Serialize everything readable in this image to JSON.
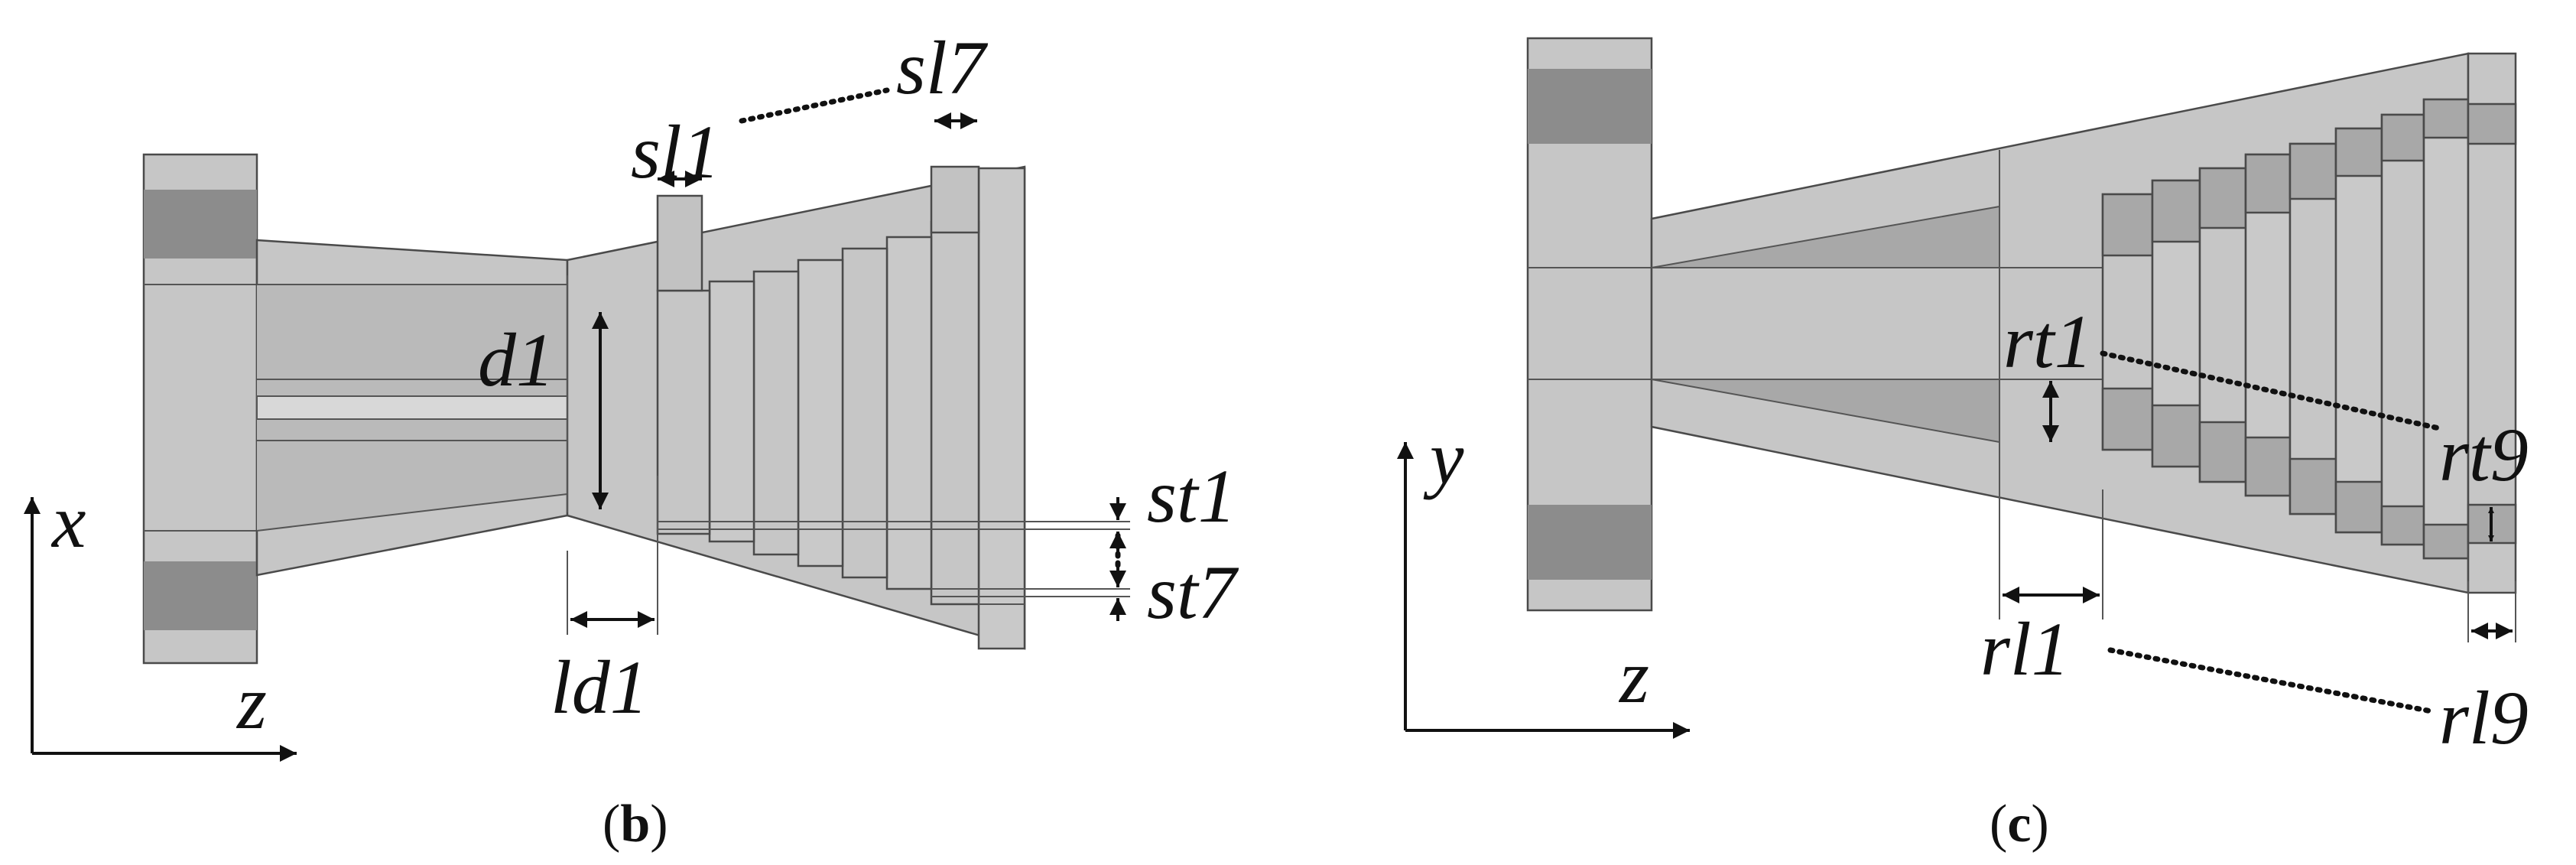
{
  "panel_b": {
    "caption_open": "(",
    "caption_letter": "b",
    "caption_close": ")",
    "labels": {
      "sl1": "sl1",
      "sl7": "sl7",
      "d1": "d1",
      "st1": "st1",
      "st7": "st7",
      "ld1": "ld1"
    },
    "axes": {
      "vertical": "x",
      "horizontal": "z"
    }
  },
  "panel_c": {
    "caption_open": "(",
    "caption_letter": "c",
    "caption_close": ")",
    "labels": {
      "rt1": "rt1",
      "rt9": "rt9",
      "rl1": "rl1",
      "rl9": "rl9"
    },
    "axes": {
      "vertical": "y",
      "horizontal": "z"
    }
  },
  "colors": {
    "light_gray": "#c6c6c6",
    "mid_gray": "#a8a8a8",
    "dark_gray": "#8c8c8c",
    "outline": "#4a4a4a",
    "text": "#111111"
  }
}
